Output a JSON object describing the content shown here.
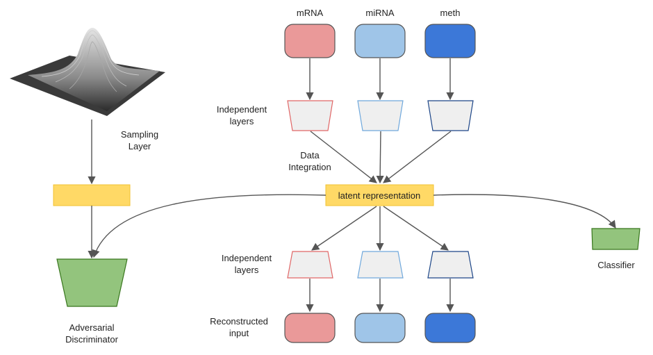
{
  "inputs": {
    "mrna": "mRNA",
    "mirna": "miRNA",
    "meth": "meth"
  },
  "labels": {
    "independent_layers_top": [
      "Independent",
      "layers"
    ],
    "independent_layers_bottom": [
      "Independent",
      "layers"
    ],
    "data_integration": [
      "Data",
      "Integration"
    ],
    "latent_representation": "latent representation",
    "sampling_layer": [
      "Sampling",
      "Layer"
    ],
    "adversarial_discriminator": [
      "Adversarial",
      "Discriminator"
    ],
    "classifier": "Classifier",
    "reconstructed_input": [
      "Reconstructed",
      "input"
    ]
  },
  "colors": {
    "mrna_fill": "#ea9999",
    "mrna_stroke": "#e06666",
    "mirna_fill": "#9fc5e8",
    "mirna_stroke": "#6fa8dc",
    "meth_fill": "#3c78d8",
    "meth_stroke": "#1c4587",
    "layer_fill": "#efefef",
    "latent_fill": "#ffd966",
    "latent_stroke": "#f1c232",
    "green_fill": "#93c47d",
    "green_stroke": "#38761d",
    "edge": "#555555"
  },
  "icons": {
    "distribution": "gaussian-surface-icon"
  }
}
